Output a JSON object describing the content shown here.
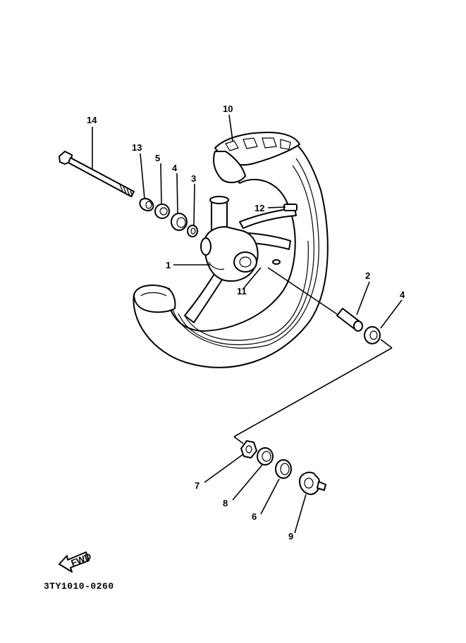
{
  "diagram_code": "3TY1010-0260",
  "fwd_label": "FWD",
  "parts": [
    {
      "key": "p1",
      "label": "1"
    },
    {
      "key": "p2",
      "label": "2"
    },
    {
      "key": "p3",
      "label": "3"
    },
    {
      "key": "p4a",
      "label": "4"
    },
    {
      "key": "p4b",
      "label": "4"
    },
    {
      "key": "p5",
      "label": "5"
    },
    {
      "key": "p6",
      "label": "6"
    },
    {
      "key": "p7",
      "label": "7"
    },
    {
      "key": "p8",
      "label": "8"
    },
    {
      "key": "p9",
      "label": "9"
    },
    {
      "key": "p10",
      "label": "10"
    },
    {
      "key": "p11",
      "label": "11"
    },
    {
      "key": "p12",
      "label": "12"
    },
    {
      "key": "p13",
      "label": "13"
    },
    {
      "key": "p14",
      "label": "14"
    }
  ]
}
